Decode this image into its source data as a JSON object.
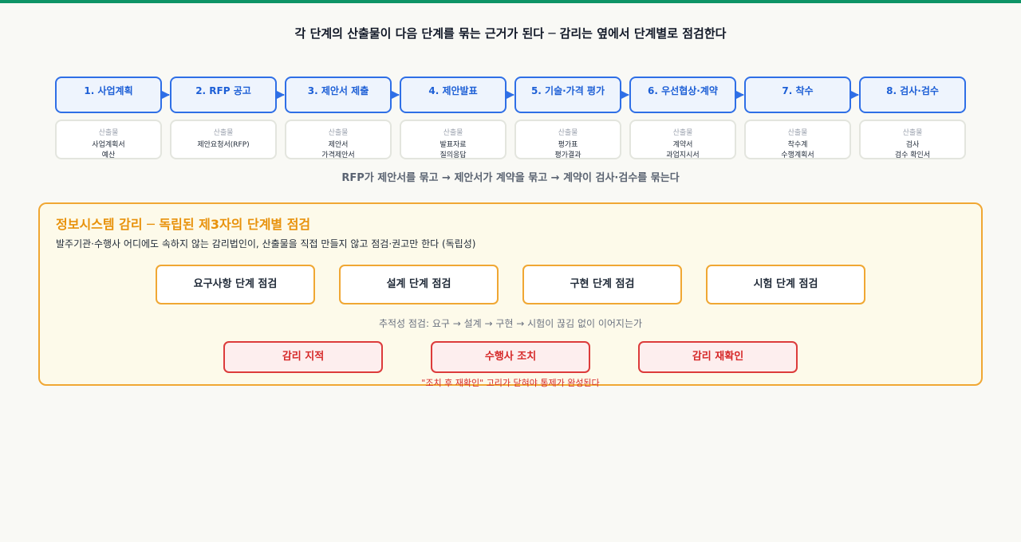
{
  "title": "각 단계의 산출물이 다음 단계를 묶는 근거가 된다 ─ 감리는 옆에서 단계별로 점검한다",
  "artifact_label": "산출물",
  "steps": [
    {
      "label": "1. 사업계획",
      "artifacts": [
        "사업계획서",
        "예산"
      ]
    },
    {
      "label": "2. RFP 공고",
      "artifacts": [
        "제안요청서(RFP)"
      ]
    },
    {
      "label": "3. 제안서 제출",
      "artifacts": [
        "제안서",
        "가격제안서"
      ]
    },
    {
      "label": "4. 제안발표",
      "artifacts": [
        "발표자료",
        "질의응답"
      ]
    },
    {
      "label": "5. 기술·가격 평가",
      "artifacts": [
        "평가표",
        "평가결과"
      ]
    },
    {
      "label": "6. 우선협상·계약",
      "artifacts": [
        "계약서",
        "과업지시서"
      ]
    },
    {
      "label": "7. 착수",
      "artifacts": [
        "착수계",
        "수행계획서"
      ]
    },
    {
      "label": "8. 검사·검수",
      "artifacts": [
        "검사",
        "검수 확인서"
      ]
    }
  ],
  "chain_text": "RFP가 제안서를 묶고 → 제안서가 계약을 묶고 → 계약이 검사·검수를 묶는다",
  "audit": {
    "title": "정보시스템 감리 ─ 독립된 제3자의 단계별 점검",
    "description": "발주기관·수행사 어디에도 속하지 않는 감리법인이, 산출물을 직접 만들지 않고 점검·권고만 한다 (독립성)",
    "checks": [
      "요구사항 단계 점검",
      "설계 단계 점검",
      "구현 단계 점검",
      "시험 단계 점검"
    ],
    "trace_text": "추적성 점검: 요구 → 설계 → 구현 → 시험이 끊김 없이 이어지는가",
    "flow": [
      "감리 지적",
      "수행사 조치",
      "감리 재확인"
    ],
    "loop_text": "\"조치 후 재확인\" 고리가 닫혀야 통제가 완성된다"
  },
  "colors": {
    "accent_green": "#0e9466",
    "step_blue": "#2f6fe6",
    "audit_orange": "#f0a733",
    "flow_red": "#dc3b3b",
    "arrow_gray": "#6b7280"
  }
}
